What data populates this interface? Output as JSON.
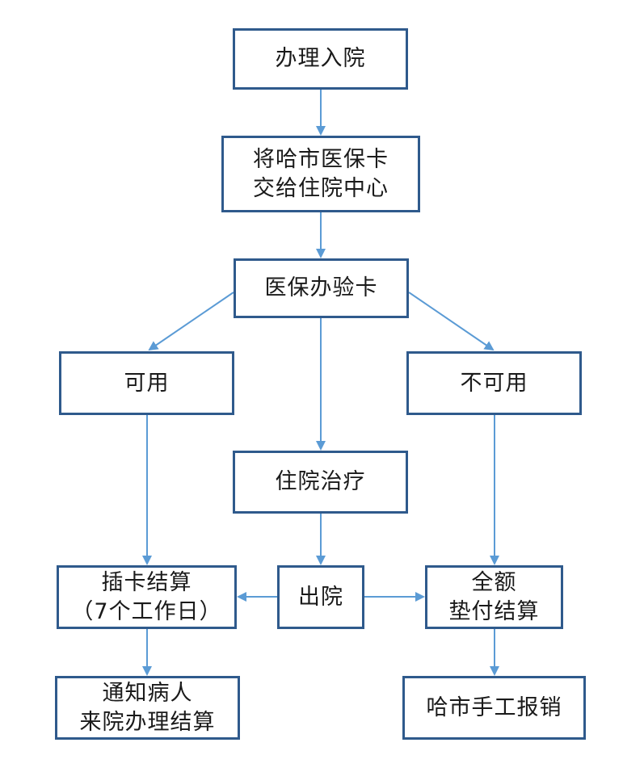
{
  "colors": {
    "box_border": "#2f5a8c",
    "arrow": "#5b9bd5",
    "text": "#1a1a1a"
  },
  "nodes": {
    "admission": {
      "lines": [
        "办理入院"
      ]
    },
    "submit_card": {
      "lines": [
        "将哈市医保卡",
        "交给住院中心"
      ]
    },
    "verify_card": {
      "lines": [
        "医保办验卡"
      ]
    },
    "usable": {
      "lines": [
        "可用"
      ]
    },
    "unusable": {
      "lines": [
        "不可用"
      ]
    },
    "treatment": {
      "lines": [
        "住院治疗"
      ]
    },
    "card_settlement": {
      "lines": [
        "插卡结算",
        "（7个工作日）"
      ]
    },
    "discharge": {
      "lines": [
        "出院"
      ]
    },
    "full_payment": {
      "lines": [
        "全额",
        "垫付结算"
      ]
    },
    "notify_patient": {
      "lines": [
        "通知病人",
        "来院办理结算"
      ]
    },
    "manual_reimburse": {
      "lines": [
        "哈市手工报销"
      ]
    }
  }
}
